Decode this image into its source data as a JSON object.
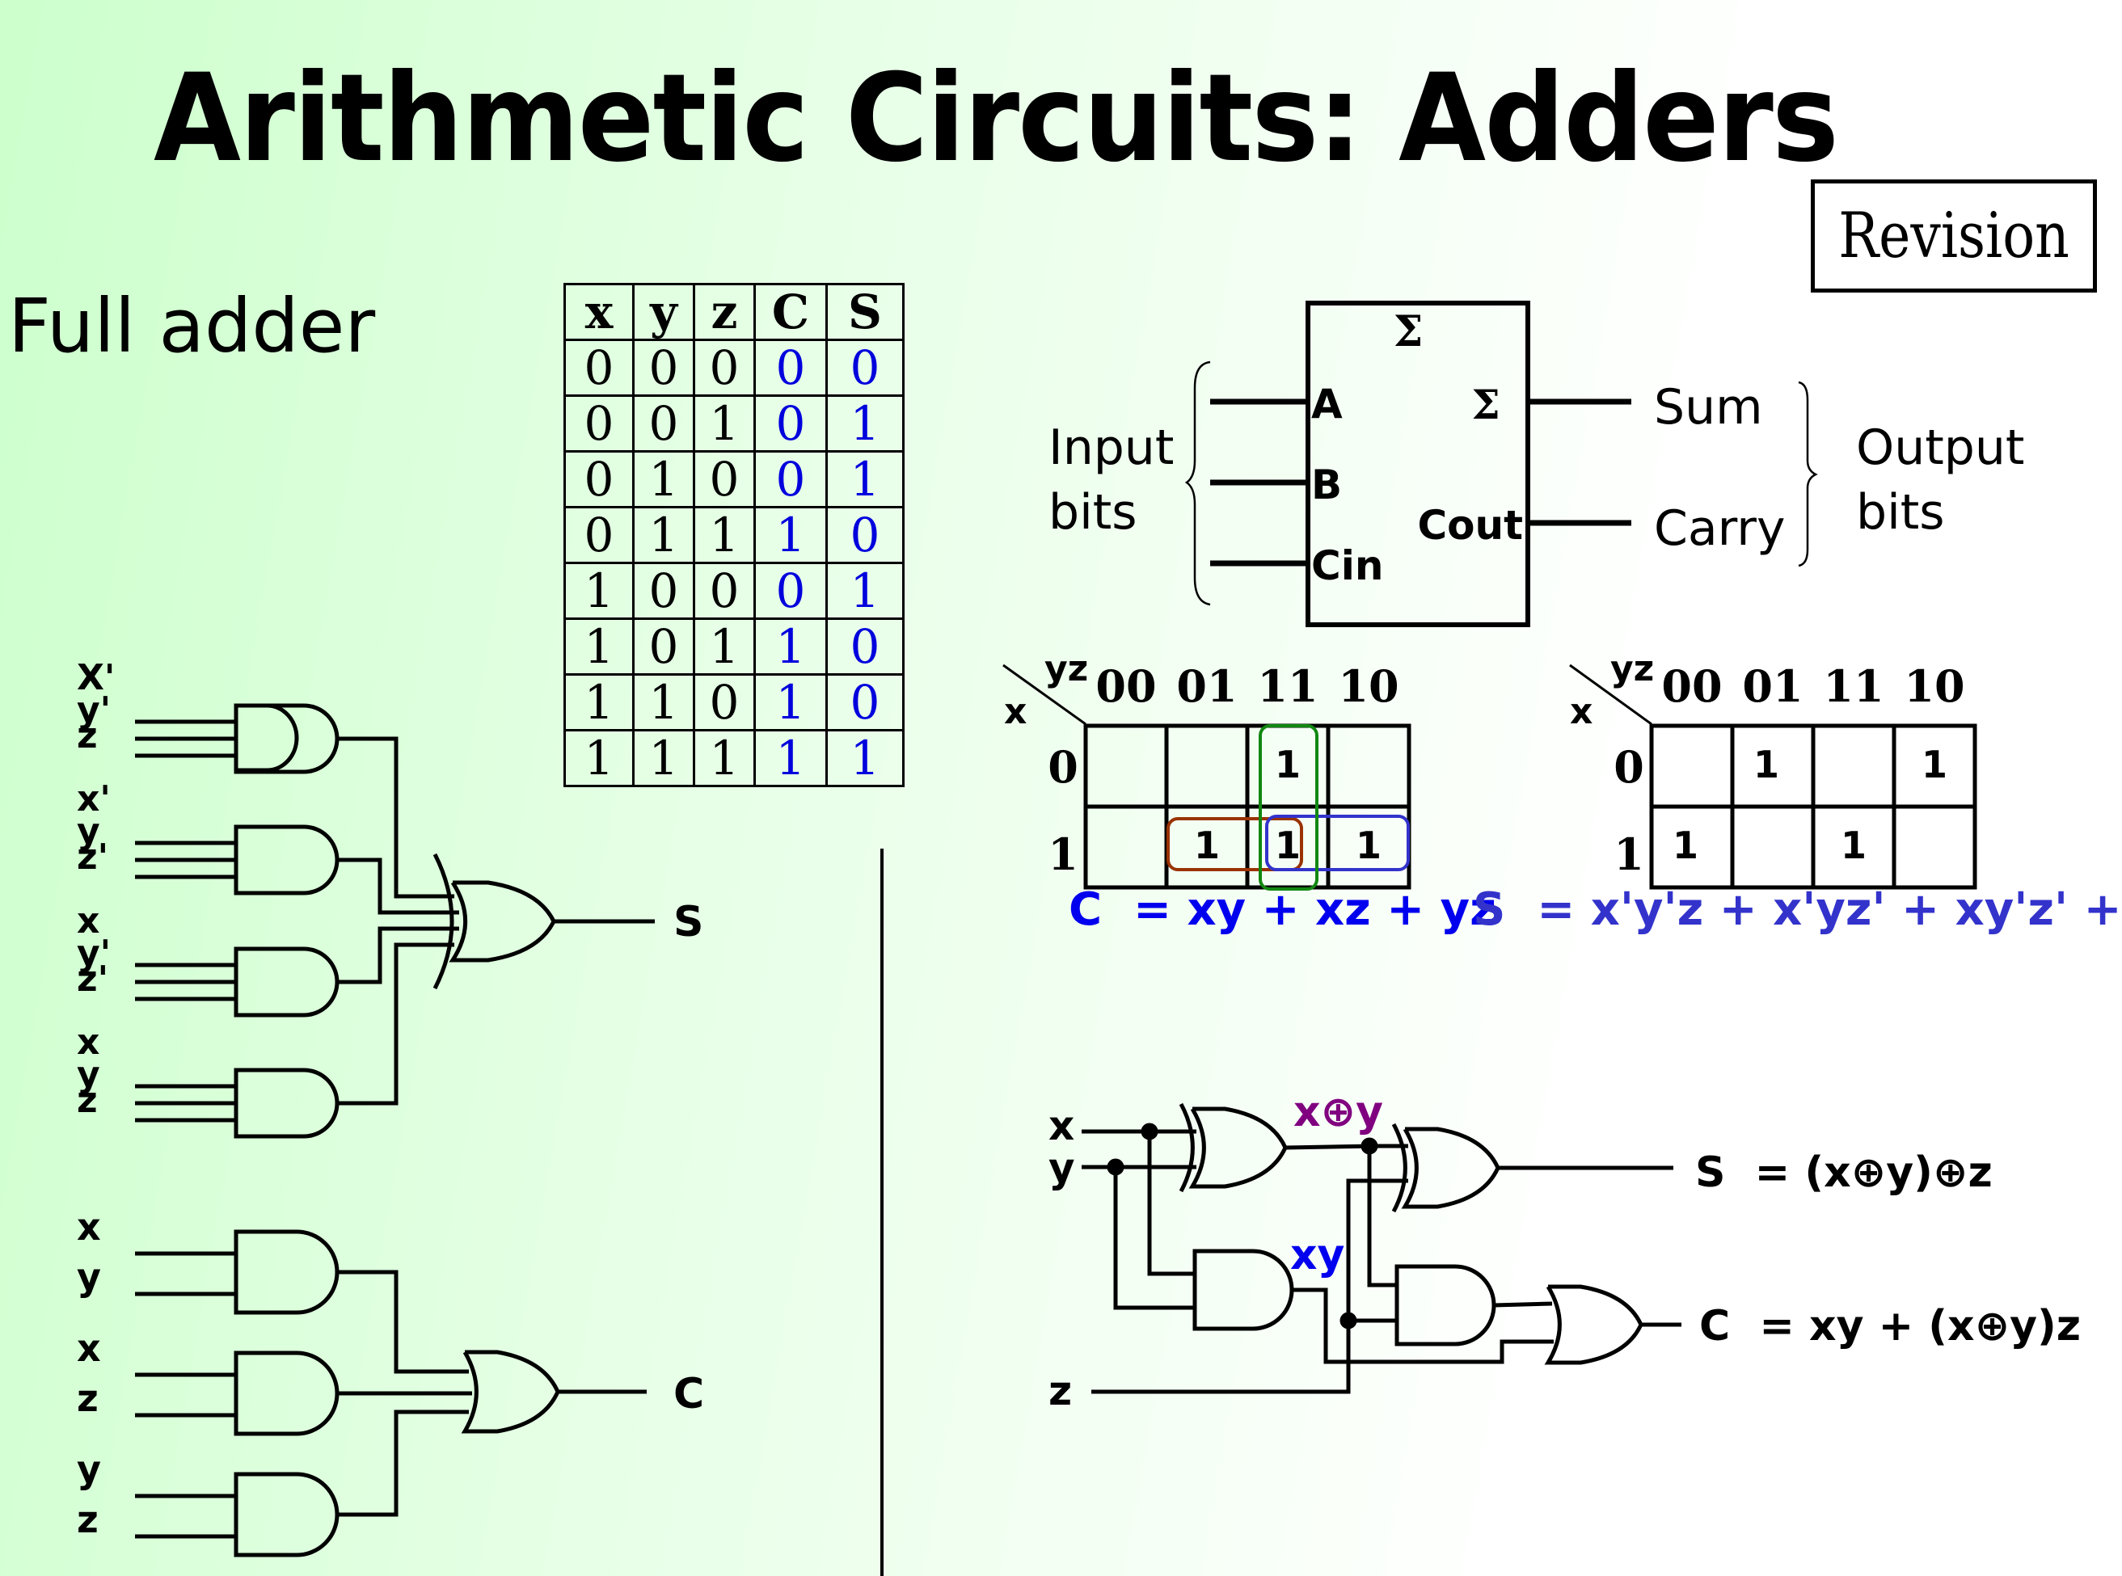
{
  "title": "Arithmetic Circuits: Adders",
  "revision_label": "Revision",
  "section_label": "Full adder",
  "colors": {
    "background_left": "#ccffcc",
    "background_right": "#ffffff",
    "truth_output": "#0000dd",
    "carry_equation": "#0000ee",
    "sum_equation": "#3333cc",
    "group_xz": "#993300",
    "group_xy": "#118811",
    "group_yz": "#3333cc",
    "xor_label": "#800080",
    "and_label": "#0000ee"
  },
  "truth_table": {
    "headers": [
      "x",
      "y",
      "z",
      "C",
      "S"
    ],
    "rows": [
      [
        "0",
        "0",
        "0",
        "0",
        "0"
      ],
      [
        "0",
        "0",
        "1",
        "0",
        "1"
      ],
      [
        "0",
        "1",
        "0",
        "0",
        "1"
      ],
      [
        "0",
        "1",
        "1",
        "1",
        "0"
      ],
      [
        "1",
        "0",
        "0",
        "0",
        "1"
      ],
      [
        "1",
        "0",
        "1",
        "1",
        "0"
      ],
      [
        "1",
        "1",
        "0",
        "1",
        "0"
      ],
      [
        "1",
        "1",
        "1",
        "1",
        "1"
      ]
    ]
  },
  "block": {
    "top_symbol": "Σ",
    "input_a": "A",
    "input_b": "B",
    "input_cin": "Cin",
    "output_sum_symbol": "Σ",
    "output_cout": "Cout",
    "input_group_label": [
      "Input",
      "bits"
    ],
    "output_sum_label": "Sum",
    "output_carry_label": "Carry",
    "output_group_label": [
      "Output",
      "bits"
    ]
  },
  "kmap_carry": {
    "row_var": "x",
    "col_var": "yz",
    "col_headers": [
      "00",
      "01",
      "11",
      "10"
    ],
    "row_headers": [
      "0",
      "1"
    ],
    "cells": [
      [
        "",
        "",
        "1",
        ""
      ],
      [
        "",
        "1",
        "1",
        "1"
      ]
    ],
    "groups": [
      "xz",
      "yz",
      "xy"
    ],
    "equation": "C  = xy + xz + yz"
  },
  "kmap_sum": {
    "row_var": "x",
    "col_var": "yz",
    "col_headers": [
      "00",
      "01",
      "11",
      "10"
    ],
    "row_headers": [
      "0",
      "1"
    ],
    "cells": [
      [
        "",
        "1",
        "",
        "1"
      ],
      [
        "1",
        "",
        "1",
        ""
      ]
    ],
    "equation": "S  = x'y'z + x'yz' + xy'z' + xyz"
  },
  "sop_sum_circuit": {
    "gate_inputs": [
      [
        "X'",
        "y'",
        "z"
      ],
      [
        "x'",
        "y",
        "z'"
      ],
      [
        "x",
        "y'",
        "z'"
      ],
      [
        "x",
        "y",
        "z"
      ]
    ],
    "output": "S"
  },
  "sop_carry_circuit": {
    "gate_inputs": [
      [
        "x",
        "y"
      ],
      [
        "x",
        "z"
      ],
      [
        "y",
        "z"
      ]
    ],
    "output": "C"
  },
  "half_adder_circuit": {
    "inputs": [
      "x",
      "y",
      "z"
    ],
    "xor_label": "x⊕y",
    "and_label": "xy",
    "sum_equation": "S  = (x⊕y)⊕z",
    "carry_equation": "C  = xy + (x⊕y)z"
  }
}
